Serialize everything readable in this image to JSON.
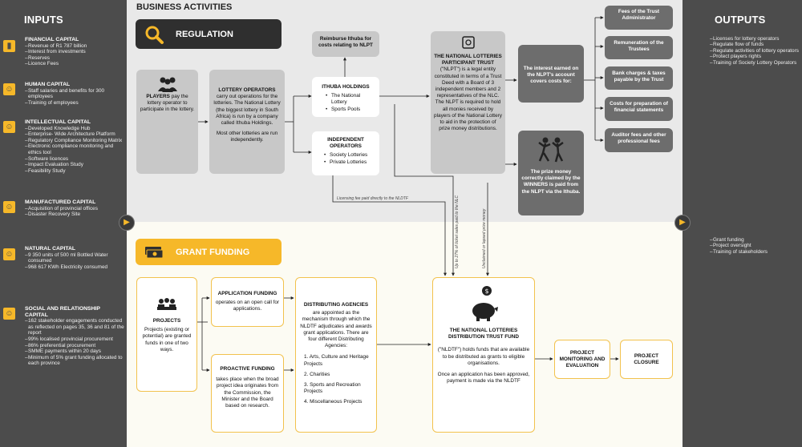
{
  "inputs": {
    "title": "INPUTS",
    "capitals": [
      {
        "icon": "financial-capital-icon",
        "glyph": "▮",
        "title": "FINANCIAL CAPITAL",
        "items": [
          "Revenue of R1 787 billion",
          "Interest from investments",
          "Reserves",
          "Licence Fees"
        ]
      },
      {
        "icon": "human-capital-icon",
        "glyph": "☺",
        "title": "HUMAN CAPITAL",
        "items": [
          "Staff salaries and benefits for 300 employees",
          "Training of employees"
        ]
      },
      {
        "icon": "intellectual-capital-icon",
        "glyph": "☺",
        "title": "INTELLECTUAL CAPITAL",
        "items": [
          "Developed Knowledge Hub",
          "Enterprise- Wide Architecture Platform",
          "Regulatory Compliance Monitoring Matrix",
          "Electronic compliance monitoring and ethics tool",
          "Software licences",
          "Impact Evaluation Study",
          "Feasibility Study"
        ]
      },
      {
        "icon": "manufactured-capital-icon",
        "glyph": "☺",
        "title": "MANUFACTURED CAPITAL",
        "items": [
          "Acquisition of provincial offices",
          "Disaster Recovery Site"
        ]
      },
      {
        "icon": "natural-capital-icon",
        "glyph": "☺",
        "title": "NATURAL CAPITAL",
        "items": [
          "9 350 units of 500 ml Bottled Water consumed",
          "968 617 KWh Electricity consumed"
        ]
      },
      {
        "icon": "social-capital-icon",
        "glyph": "☺",
        "title": "SOCIAL AND RELATIONSHIP CAPITAL",
        "items": [
          "162 stakeholder engagements conducted as reflected on pages 35, 36 and 81 of the report",
          "99% localised provincial procurement",
          "86% preferential procurement",
          "SMME payments within 20 days",
          "Minimum of 5% grant funding allocated to each province"
        ]
      }
    ]
  },
  "outputs": {
    "title": "OUTPUTS",
    "regulation_items": [
      "Licenses for lottery operators",
      "Regulate flow of funds",
      "Regulate activities of lottery operators",
      "Protect players rights",
      "Training of Society Lottery Operators"
    ],
    "grant_items": [
      "Grant funding",
      "Project oversight",
      "Training of stakeholders"
    ]
  },
  "center": {
    "title": "BUSINESS ACTIVITIES",
    "regulation": {
      "label": "REGULATION",
      "players": {
        "lead": "PLAYERS",
        "text": " pay the lottery operator to participate in the lottery."
      },
      "lottery_operators": {
        "title": "LOTTERY OPERATORS",
        "text": "carry out operations for the lotteries. The National Lottery (the biggest lottery in South Africa) is run by a company called Ithuba Holdings.",
        "text2": "Most other lotteries are run independently."
      },
      "reimburse": "Reimburse Ithuba for costs relating to NLPT",
      "ithuba": {
        "title": "ITHUBA HOLDINGS",
        "items": [
          "The National Lottery",
          "Sports Pools"
        ]
      },
      "independent": {
        "title": "INDEPENDENT OPERATORS",
        "items": [
          "Society Lotteries",
          "Private Lotteries"
        ]
      },
      "nlpt": {
        "title": "THE NATIONAL LOTTERIES PARTICIPANT TRUST",
        "text": "(\"NLPT\") is a legal entity constituted in terms of a Trust Deed with a Board of 3 independent members and 2 representatives of the NLC. The NLPT is required to hold all monies received by players of the National Lottery to aid in the protection of prize money distributions."
      },
      "interest": "The interest earned on the NLPT's account covers costs for:",
      "costs": [
        "Fees of the Trust Administrator",
        "Remuneration of the Trustees",
        "Bank charges & taxes payable by the Trust",
        "Costs for preparation of financial statements",
        "Auditor fees and other professional fees"
      ],
      "prize": "The prize money correctly claimed by the WINNERS is paid from the NLPT via the Ithuba.",
      "licensing_label": "Licensing fee paid directly to the NLDTF",
      "percent_label": "Up to 27% of ticket sales paid to the NLC",
      "unclaimed_label": "Unclaimed or lapsed prize money"
    },
    "grant": {
      "label": "GRANT FUNDING",
      "projects": {
        "title": "PROJECTS",
        "text": "Projects (existing or potential) are granted funds in one of two ways."
      },
      "application": {
        "title": "APPLICATION FUNDING",
        "text": "operates on an open call for applications."
      },
      "proactive": {
        "title": "PROACTIVE FUNDING",
        "text": "takes place when the broad project idea originates from the Commission, the Minister and the Board based on research."
      },
      "agencies": {
        "title": "DISTRIBUTING AGENCIES",
        "text": "are appointed as the mechanism through which the NLDTF adjudicates and awards grant applications. There are four different Distributing Agencies:",
        "items": [
          "1. Arts, Culture and Heritage Projects",
          "2. Charities",
          "3. Sports and Recreation Projects",
          "4. Miscellaneous Projects"
        ]
      },
      "nldtf": {
        "title": "THE NATIONAL LOTTERIES DISTRIBUTION TRUST FUND",
        "text": "(\"NLDTF\") holds funds that are available to be distributed as grants to eligible organisations.",
        "text2": "Once an application has been approved, payment is made via the NLDTF"
      },
      "monitoring": "PROJECT MONITORING AND EVALUATION",
      "closure": "PROJECT CLOSURE"
    }
  },
  "colors": {
    "accent": "#f6b829",
    "panel": "#4c4c4c",
    "dark_box": "#6d6d6d",
    "grey_box": "#c8c8c8"
  }
}
